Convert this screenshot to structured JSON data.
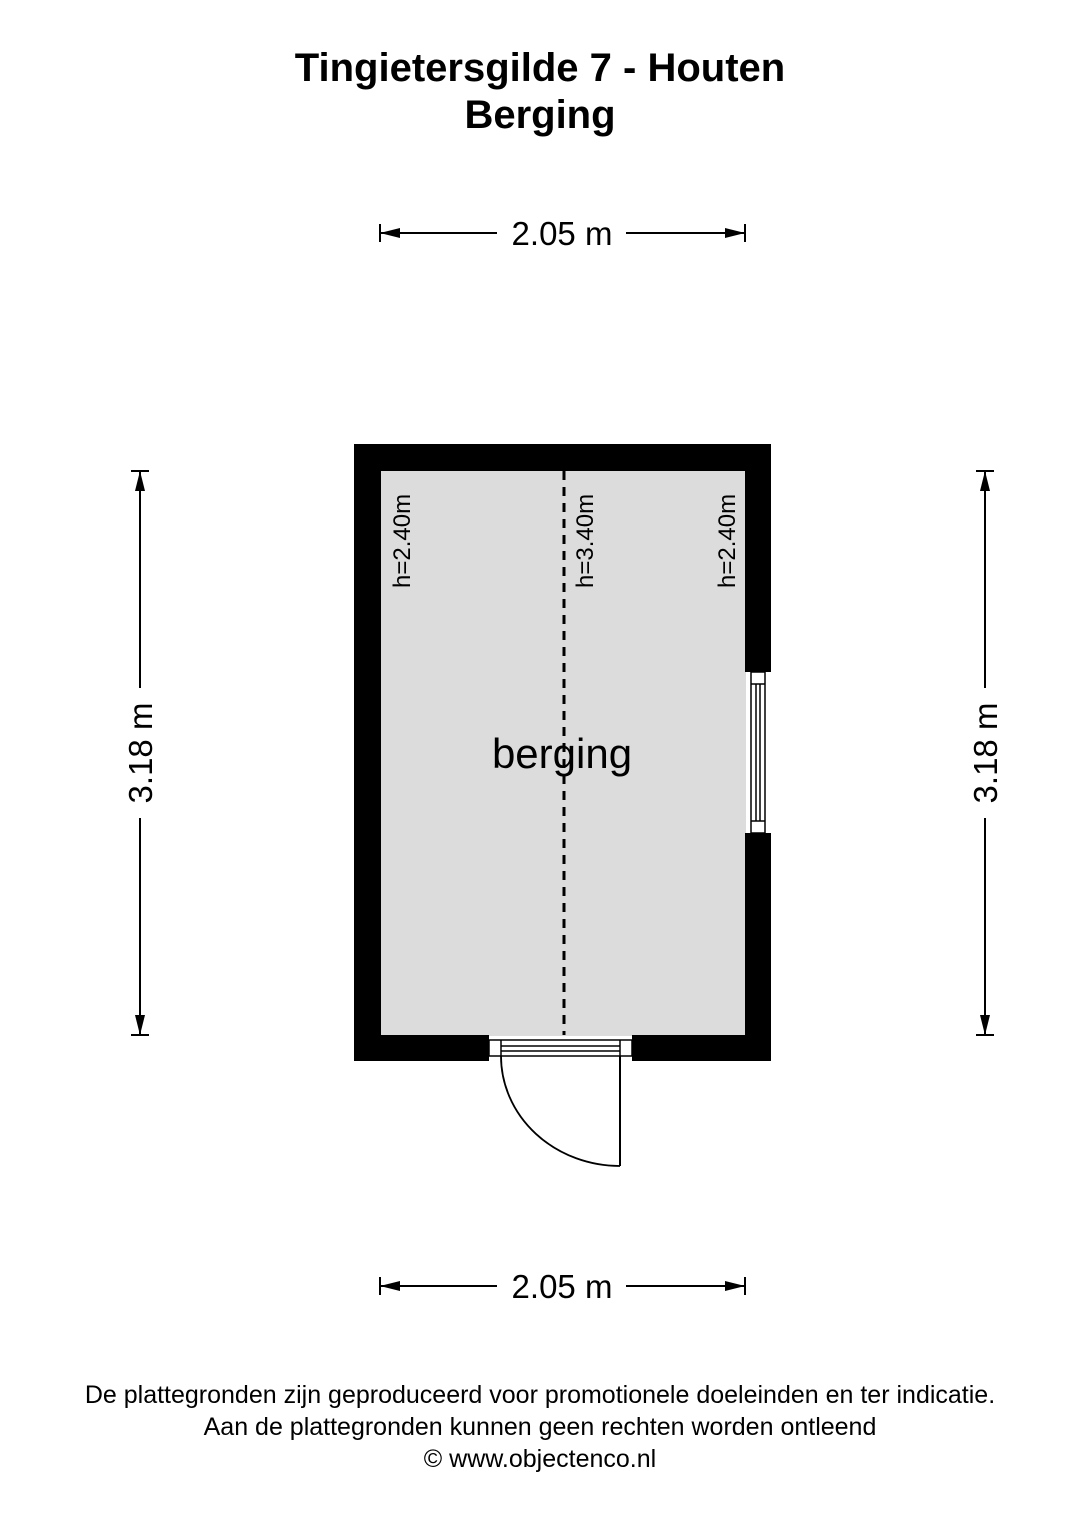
{
  "header": {
    "title_line1": "Tingietersgilde 7 - Houten",
    "title_line2": "Berging"
  },
  "dimensions": {
    "top_width": "2.05 m",
    "bottom_width": "2.05 m",
    "left_height": "3.18 m",
    "right_height": "3.18 m"
  },
  "room": {
    "name": "berging",
    "height_left": "h=2.40m",
    "height_center": "h=3.40m",
    "height_right": "h=2.40m"
  },
  "colors": {
    "wall": "#000000",
    "floor": "#dcdcdc"
  },
  "footer": {
    "line1": "De plattegronden zijn geproduceerd voor promotionele doeleinden en ter indicatie.",
    "line2": "Aan de plattegronden kunnen geen rechten worden ontleend",
    "line3": "© www.objectenco.nl"
  }
}
